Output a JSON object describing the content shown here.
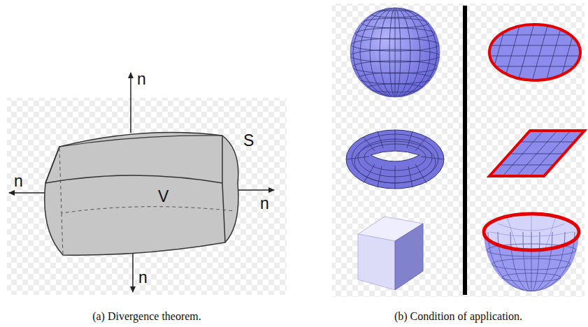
{
  "diagram": {
    "labels": [
      "n",
      "S",
      "n",
      "V",
      "n",
      "n",
      "(a) Divergence theorem.",
      "(b) Condition of application."
    ]
  }
}
